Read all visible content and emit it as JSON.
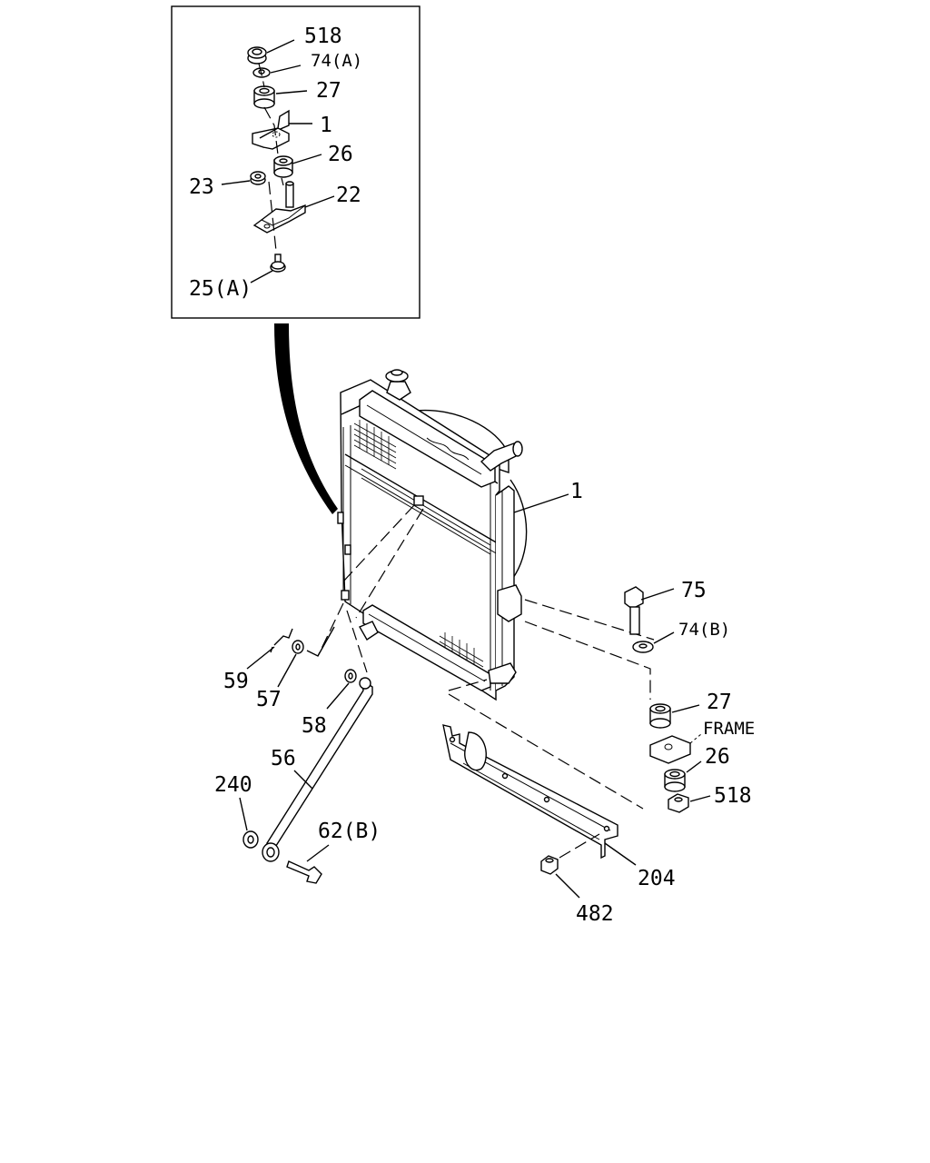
{
  "inset_labels": {
    "l518": "518",
    "l74a": "74(A)",
    "l27": "27",
    "l1": "1",
    "l26": "26",
    "l23": "23",
    "l22": "22",
    "l25a": "25(A)"
  },
  "main_labels": {
    "l1": "1",
    "l75": "75",
    "l74b": "74(B)",
    "l27": "27",
    "frame": "FRAME",
    "l26": "26",
    "l518": "518",
    "l59": "59",
    "l57": "57",
    "l58": "58",
    "l56": "56",
    "l240": "240",
    "l62b": "62(B)",
    "l204": "204",
    "l482": "482"
  }
}
